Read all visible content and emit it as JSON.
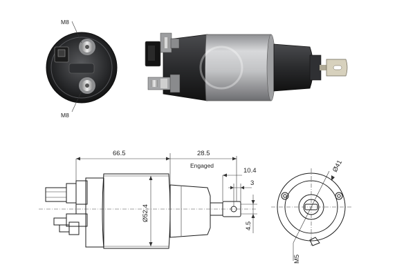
{
  "photo_top_view": {
    "callout_top": "M8",
    "callout_bottom": "M8"
  },
  "drawing_side": {
    "dim_length": "66.5",
    "dim_stroke": "28.5",
    "dim_stroke_note": "Engaged",
    "dim_10_4": "10.4",
    "dim_3": "3",
    "dim_4_5": "4.5",
    "dim_diameter": "Ø52.4"
  },
  "drawing_front": {
    "dim_diameter": "Ø41",
    "callout_thread": "M5"
  },
  "colors": {
    "body_metal": "#b9babc",
    "body_dark": "#1e1f21",
    "cap_dark": "#3b3c3f",
    "plunger": "#c9c3b0"
  }
}
